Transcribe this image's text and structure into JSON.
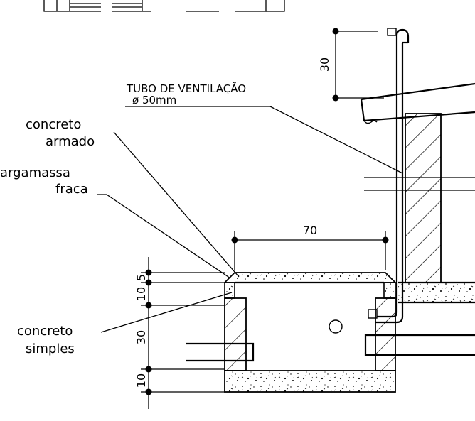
{
  "labels": {
    "concrete_reinforced_line1": "concreto",
    "concrete_reinforced_line2": "armado",
    "weak_mortar_line1": "argamassa",
    "weak_mortar_line2": "fraca",
    "plain_concrete_line1": "concreto",
    "plain_concrete_line2": "simples",
    "vent_pipe_line1": "TUBO DE VENTILAÇÃO",
    "vent_pipe_line2": "ø  50mm"
  },
  "dimensions": {
    "vent_height": "30",
    "box_width": "70",
    "lid_thickness": "5",
    "upper_slab": "10",
    "chamber_height": "30",
    "base_slab": "10"
  }
}
